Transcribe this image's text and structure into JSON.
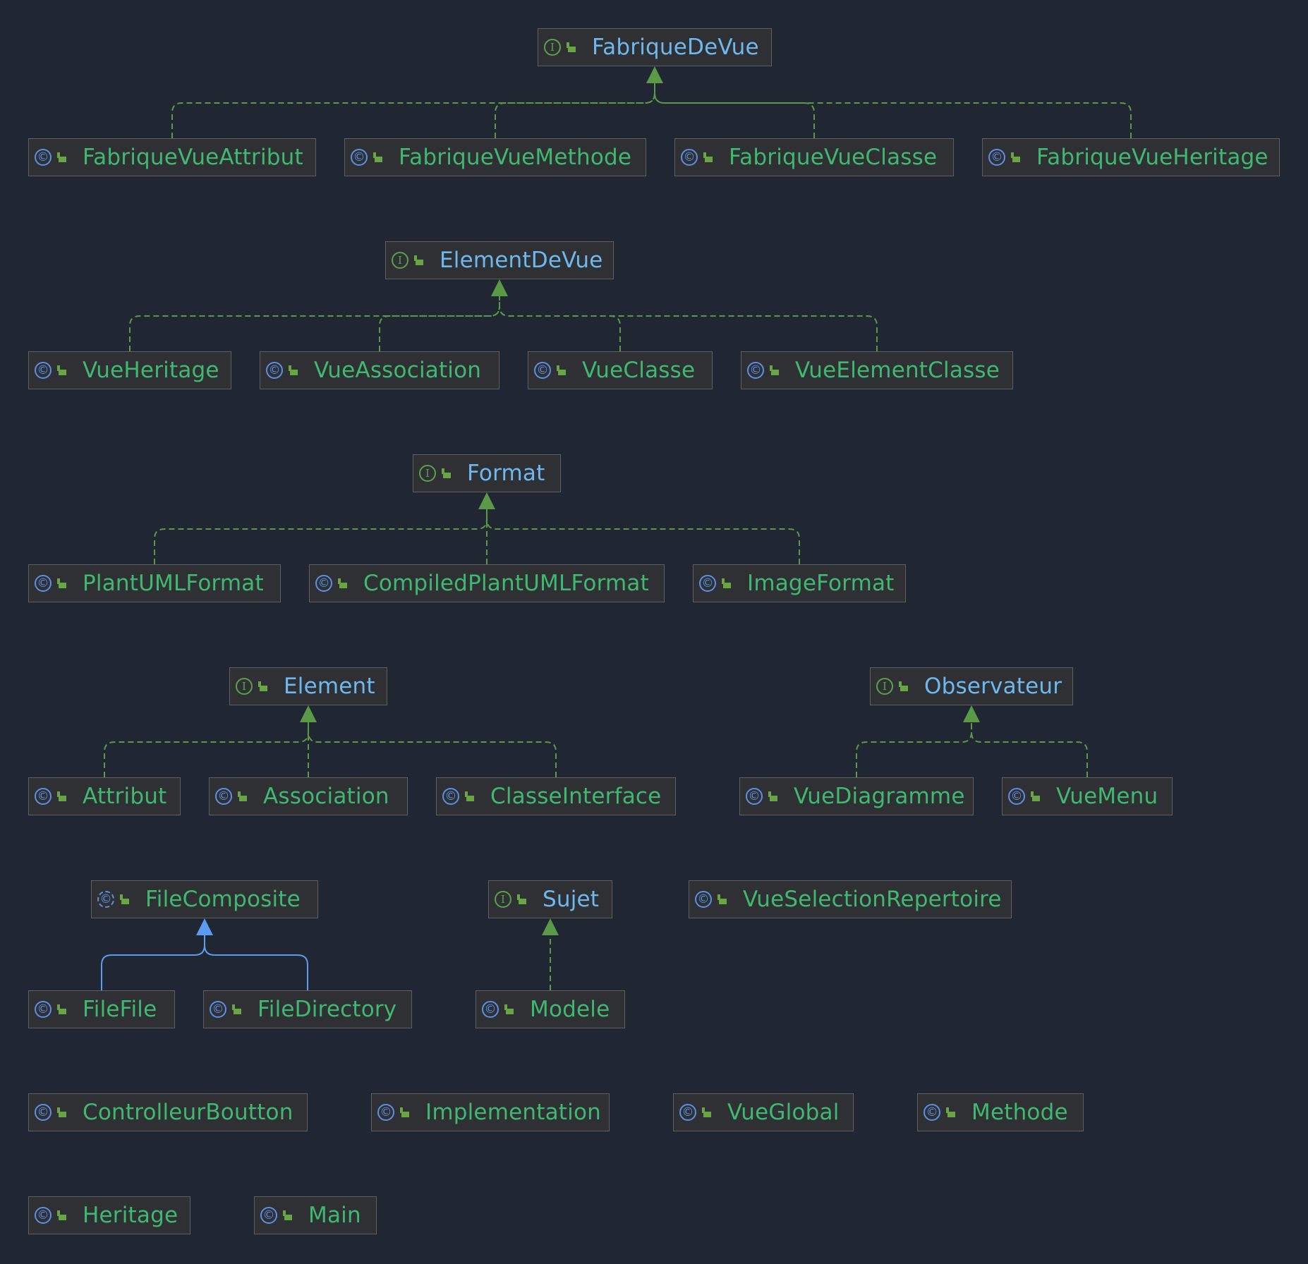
{
  "colors": {
    "background": "#212732",
    "node_fill": "#2f3033",
    "node_border": "#5d5f63",
    "class_text": "#3fb870",
    "interface_text": "#6cb8ef",
    "implements_edge": "#5a9a47",
    "extends_edge": "#5a9cf0"
  },
  "icons": {
    "c": "©",
    "i": "I",
    "a": "©"
  },
  "nodes": [
    {
      "id": "FabriqueDeVue",
      "label": "FabriqueDeVue",
      "kind": "i"
    },
    {
      "id": "FabriqueVueAttribut",
      "label": "FabriqueVueAttribut",
      "kind": "c"
    },
    {
      "id": "FabriqueVueMethode",
      "label": "FabriqueVueMethode",
      "kind": "c"
    },
    {
      "id": "FabriqueVueClasse",
      "label": "FabriqueVueClasse",
      "kind": "c"
    },
    {
      "id": "FabriqueVueHeritage",
      "label": "FabriqueVueHeritage",
      "kind": "c"
    },
    {
      "id": "ElementDeVue",
      "label": "ElementDeVue",
      "kind": "i"
    },
    {
      "id": "VueHeritage",
      "label": "VueHeritage",
      "kind": "c"
    },
    {
      "id": "VueAssociation",
      "label": "VueAssociation",
      "kind": "c"
    },
    {
      "id": "VueClasse",
      "label": "VueClasse",
      "kind": "c"
    },
    {
      "id": "VueElementClasse",
      "label": "VueElementClasse",
      "kind": "c"
    },
    {
      "id": "Format",
      "label": "Format",
      "kind": "i"
    },
    {
      "id": "PlantUMLFormat",
      "label": "PlantUMLFormat",
      "kind": "c"
    },
    {
      "id": "CompiledPlantUMLFormat",
      "label": "CompiledPlantUMLFormat",
      "kind": "c"
    },
    {
      "id": "ImageFormat",
      "label": "ImageFormat",
      "kind": "c"
    },
    {
      "id": "Element",
      "label": "Element",
      "kind": "i"
    },
    {
      "id": "Attribut",
      "label": "Attribut",
      "kind": "c"
    },
    {
      "id": "Association",
      "label": "Association",
      "kind": "c"
    },
    {
      "id": "ClasseInterface",
      "label": "ClasseInterface",
      "kind": "c"
    },
    {
      "id": "Observateur",
      "label": "Observateur",
      "kind": "i"
    },
    {
      "id": "VueDiagramme",
      "label": "VueDiagramme",
      "kind": "c"
    },
    {
      "id": "VueMenu",
      "label": "VueMenu",
      "kind": "c"
    },
    {
      "id": "FileComposite",
      "label": "FileComposite",
      "kind": "a"
    },
    {
      "id": "FileFile",
      "label": "FileFile",
      "kind": "c"
    },
    {
      "id": "FileDirectory",
      "label": "FileDirectory",
      "kind": "c"
    },
    {
      "id": "Sujet",
      "label": "Sujet",
      "kind": "i"
    },
    {
      "id": "Modele",
      "label": "Modele",
      "kind": "c"
    },
    {
      "id": "VueSelectionRepertoire",
      "label": "VueSelectionRepertoire",
      "kind": "c"
    },
    {
      "id": "ControlleurBoutton",
      "label": "ControlleurBoutton",
      "kind": "c"
    },
    {
      "id": "Implementation",
      "label": "Implementation",
      "kind": "c"
    },
    {
      "id": "VueGlobal",
      "label": "VueGlobal",
      "kind": "c"
    },
    {
      "id": "Methode",
      "label": "Methode",
      "kind": "c"
    },
    {
      "id": "Heritage",
      "label": "Heritage",
      "kind": "c"
    },
    {
      "id": "Main",
      "label": "Main",
      "kind": "c"
    }
  ],
  "edges": [
    {
      "from": "FabriqueVueAttribut",
      "to": "FabriqueDeVue",
      "type": "implements"
    },
    {
      "from": "FabriqueVueMethode",
      "to": "FabriqueDeVue",
      "type": "implements"
    },
    {
      "from": "FabriqueVueClasse",
      "to": "FabriqueDeVue",
      "type": "implements"
    },
    {
      "from": "FabriqueVueHeritage",
      "to": "FabriqueDeVue",
      "type": "implements"
    },
    {
      "from": "VueHeritage",
      "to": "ElementDeVue",
      "type": "implements"
    },
    {
      "from": "VueAssociation",
      "to": "ElementDeVue",
      "type": "implements"
    },
    {
      "from": "VueClasse",
      "to": "ElementDeVue",
      "type": "implements"
    },
    {
      "from": "VueElementClasse",
      "to": "ElementDeVue",
      "type": "implements"
    },
    {
      "from": "PlantUMLFormat",
      "to": "Format",
      "type": "implements"
    },
    {
      "from": "CompiledPlantUMLFormat",
      "to": "Format",
      "type": "implements"
    },
    {
      "from": "ImageFormat",
      "to": "Format",
      "type": "implements"
    },
    {
      "from": "Attribut",
      "to": "Element",
      "type": "implements"
    },
    {
      "from": "Association",
      "to": "Element",
      "type": "implements"
    },
    {
      "from": "ClasseInterface",
      "to": "Element",
      "type": "implements"
    },
    {
      "from": "VueDiagramme",
      "to": "Observateur",
      "type": "implements"
    },
    {
      "from": "VueMenu",
      "to": "Observateur",
      "type": "implements"
    },
    {
      "from": "FileFile",
      "to": "FileComposite",
      "type": "extends"
    },
    {
      "from": "FileDirectory",
      "to": "FileComposite",
      "type": "extends"
    },
    {
      "from": "Modele",
      "to": "Sujet",
      "type": "implements"
    }
  ]
}
